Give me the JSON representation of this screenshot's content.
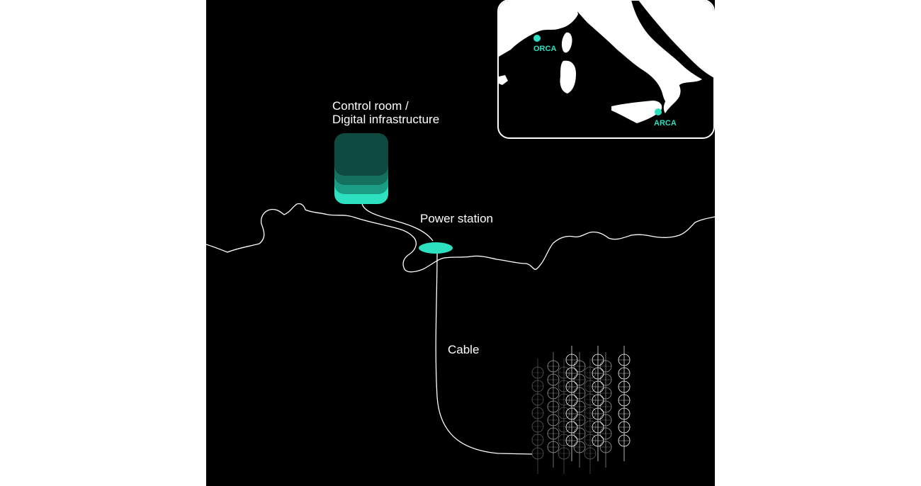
{
  "labels": {
    "control_room_line1": "Control room /",
    "control_room_line2": "Digital infrastructure",
    "power_station": "Power station",
    "cable": "Cable"
  },
  "inset_map": {
    "sites": [
      {
        "name": "ORCA"
      },
      {
        "name": "ARCA"
      }
    ]
  },
  "colors": {
    "background": "#000000",
    "accent": "#2de0c0",
    "stack_top": "#0f4a40",
    "stack_mid": "#15705f",
    "stack_low": "#1a9c85",
    "stack_base": "#2de0c0",
    "line": "#ffffff"
  },
  "detector": {
    "rows": 7,
    "layers": 3,
    "strings_per_layer": 3
  }
}
